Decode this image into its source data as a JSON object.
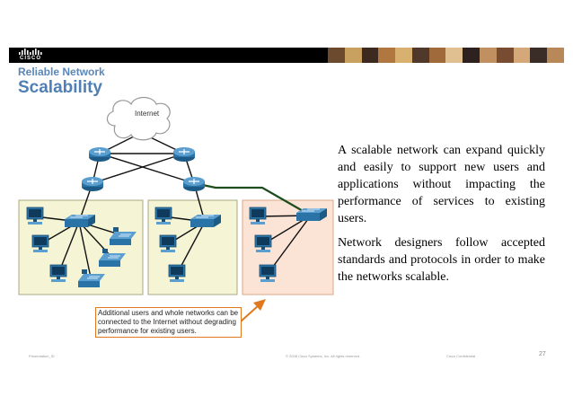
{
  "header": {
    "logo_text": "CISCO",
    "section_label": "Reliable Network",
    "title": "Scalability"
  },
  "diagram": {
    "cloud_label": "Internet",
    "callout": "Additional users and whole networks can be connected to the Internet without degrading performance for existing users.",
    "colors": {
      "existing_network_bg": "#f5f5d6",
      "new_network_bg": "#fbe3d6",
      "callout_border": "#e07820",
      "device_blue": "#2a73a7",
      "new_link": "#1d4d1d"
    }
  },
  "body": {
    "paragraph1": "A scalable network can expand quickly and easily to support new users and applications without impacting the performance of services to existing users.",
    "paragraph2": "Network designers follow accepted standards and protocols in order to make the networks scalable."
  },
  "footer": {
    "left": "Presentation_ID",
    "center": "© 2008 Cisco Systems, Inc. All rights reserved.",
    "right": "Cisco Confidential",
    "page_number": "27"
  }
}
